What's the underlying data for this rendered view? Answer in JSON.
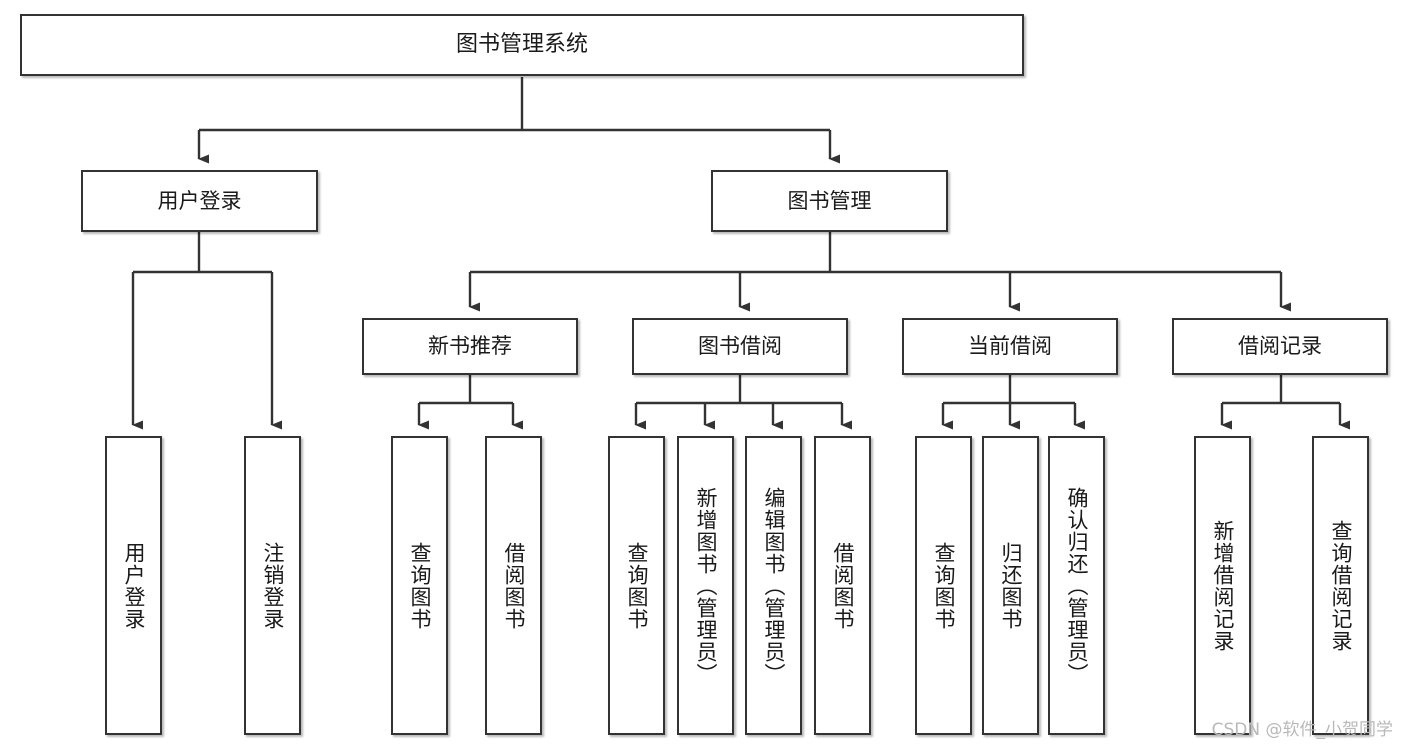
{
  "diagram": {
    "type": "tree-hierarchy",
    "title": "图书管理系统",
    "watermark": "CSDN @软件_小贺同学",
    "colors": {
      "background": "#ffffff",
      "box_border": "#333333",
      "box_fill": "#ffffff",
      "edge": "#333333",
      "text": "#1a1a1a",
      "watermark": "#b9b9b9"
    },
    "nodes": {
      "root": {
        "label": "图书管理系统"
      },
      "level2": [
        {
          "label": "用户登录"
        },
        {
          "label": "图书管理"
        }
      ],
      "level3": [
        {
          "label": "新书推荐"
        },
        {
          "label": "图书借阅"
        },
        {
          "label": "当前借阅"
        },
        {
          "label": "借阅记录"
        }
      ],
      "leaves": {
        "user_login": [
          {
            "label": "用户登录"
          },
          {
            "label": "注销登录"
          }
        ],
        "new_book_recommend": [
          {
            "label": "查询图书"
          },
          {
            "label": "借阅图书"
          }
        ],
        "book_borrow": [
          {
            "label": "查询图书"
          },
          {
            "label": "新增图书（管理员）"
          },
          {
            "label": "编辑图书（管理员）"
          },
          {
            "label": "借阅图书"
          }
        ],
        "current_borrow": [
          {
            "label": "查询图书"
          },
          {
            "label": "归还图书"
          },
          {
            "label": "确认归还（管理员）"
          }
        ],
        "borrow_records": [
          {
            "label": "新增借阅记录"
          },
          {
            "label": "查询借阅记录"
          }
        ]
      }
    }
  }
}
